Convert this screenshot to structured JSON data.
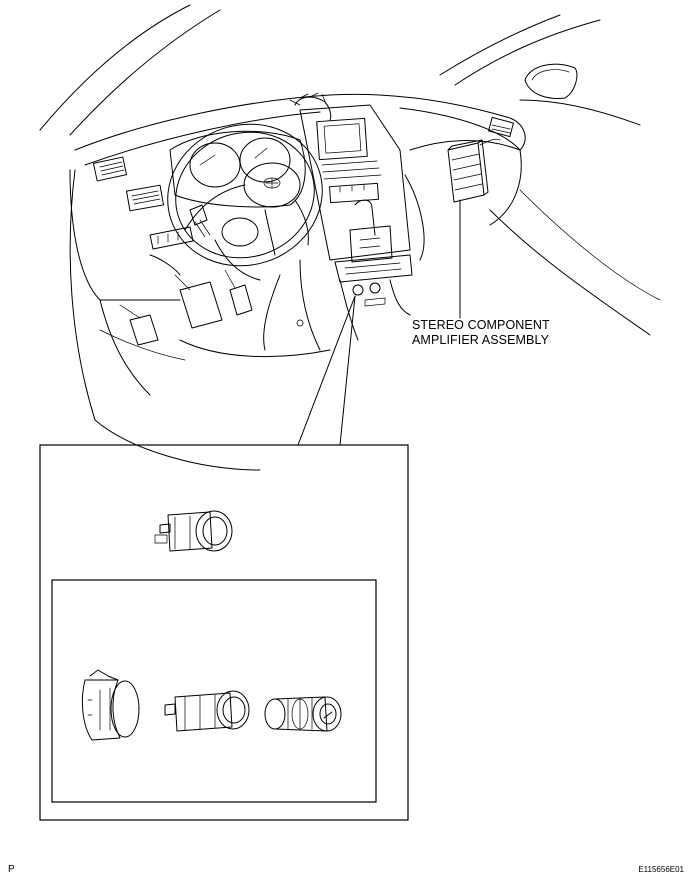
{
  "labels": {
    "component_line1": "STEREO COMPONENT",
    "component_line2": "AMPLIFIER ASSEMBLY"
  },
  "footer": {
    "page_letter": "P",
    "figure_id": "E115656E01"
  },
  "icons": [
    "dashboard-illustration",
    "amplifier-unit-icon",
    "power-outlet-icon",
    "outlet-retainer-icon",
    "outlet-socket-icon",
    "outlet-plug-icon"
  ]
}
